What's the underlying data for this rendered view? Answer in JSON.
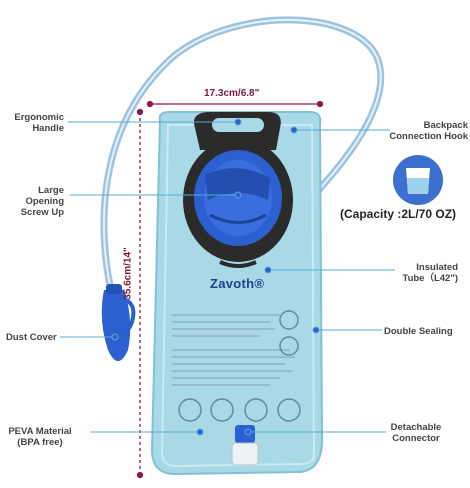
{
  "labels": {
    "ergonomic_handle_1": "Ergonomic",
    "ergonomic_handle_2": "Handle",
    "large_opening_1": "Large Opening",
    "large_opening_2": "Screw Up",
    "dust_cover": "Dust Cover",
    "peva_1": "PEVA Material",
    "peva_2": "(BPA free)",
    "backpack_hook_1": "Backpack",
    "backpack_hook_2": "Connection Hook",
    "capacity": "(Capacity :2L/70 OZ)",
    "insulated_1": "Insulated",
    "insulated_2": "Tube（L42\")",
    "double_sealing": "Double Sealing",
    "detachable_1": "Detachable",
    "detachable_2": "Connector"
  },
  "dimensions": {
    "width": "17.3cm/6.8\"",
    "height": "35.6cm/14\""
  },
  "brand": "Zavoth®",
  "colors": {
    "bladder": "#a9d9e6",
    "cap": "#2c5fd0",
    "tube": "#8fb8d8",
    "dimension": "#8a1a4e",
    "leader": "#5aa8d8"
  },
  "icons": [
    "water-cup-icon"
  ]
}
